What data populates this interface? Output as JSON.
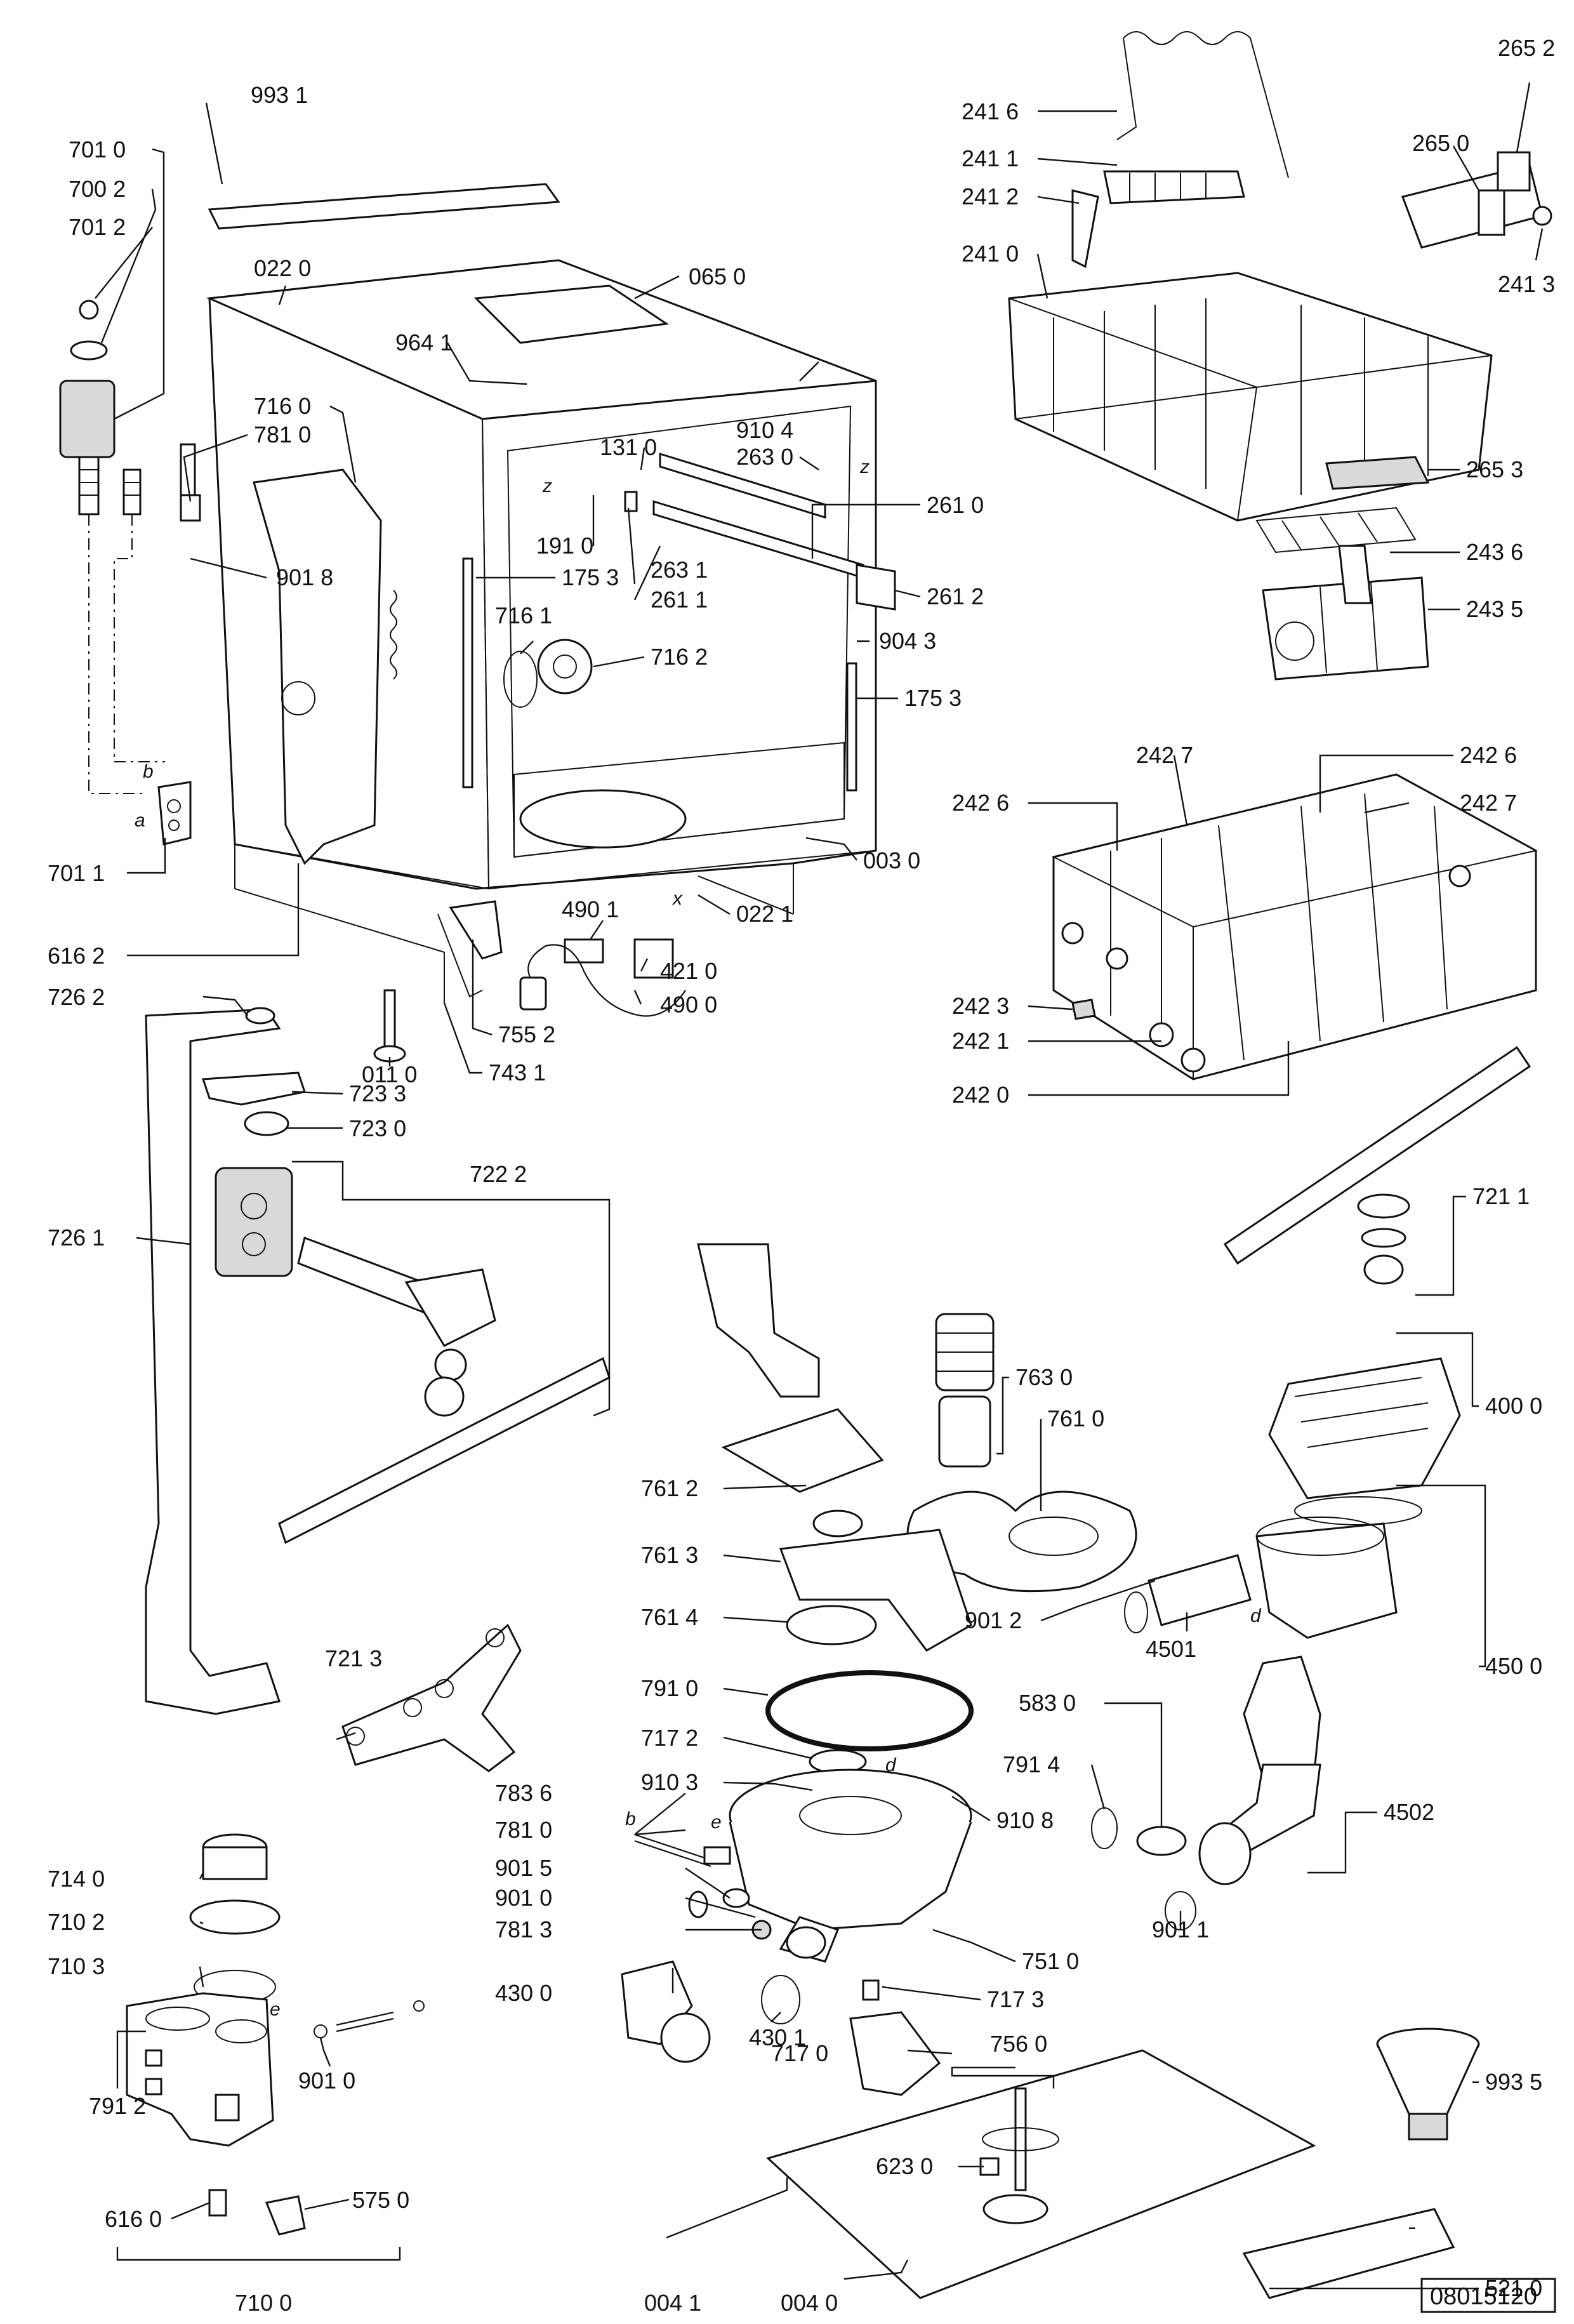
{
  "drawing_number": "08015120",
  "callouts": [
    {
      "id": "993-1",
      "text": "993 1"
    },
    {
      "id": "701-0",
      "text": "701 0"
    },
    {
      "id": "700-2",
      "text": "700 2"
    },
    {
      "id": "701-2",
      "text": "701 2"
    },
    {
      "id": "022-0",
      "text": "022 0"
    },
    {
      "id": "065-0",
      "text": "065 0"
    },
    {
      "id": "964-1",
      "text": "964 1"
    },
    {
      "id": "716-0",
      "text": "716 0"
    },
    {
      "id": "781-0a",
      "text": "781 0"
    },
    {
      "id": "131-0",
      "text": "131 0"
    },
    {
      "id": "910-4",
      "text": "910 4"
    },
    {
      "id": "263-0",
      "text": "263 0"
    },
    {
      "id": "261-0",
      "text": "261 0"
    },
    {
      "id": "191-0",
      "text": "191 0"
    },
    {
      "id": "901-8",
      "text": "901 8"
    },
    {
      "id": "175-3a",
      "text": "175 3"
    },
    {
      "id": "263-1",
      "text": "263 1"
    },
    {
      "id": "261-1",
      "text": "261 1"
    },
    {
      "id": "261-2",
      "text": "261 2"
    },
    {
      "id": "716-1",
      "text": "716 1"
    },
    {
      "id": "904-3",
      "text": "904 3"
    },
    {
      "id": "716-2",
      "text": "716 2"
    },
    {
      "id": "175-3b",
      "text": "175 3"
    },
    {
      "id": "701-1",
      "text": "701 1"
    },
    {
      "id": "003-0",
      "text": "003 0"
    },
    {
      "id": "616-2",
      "text": "616 2"
    },
    {
      "id": "022-1",
      "text": "022 1"
    },
    {
      "id": "490-1",
      "text": "490 1"
    },
    {
      "id": "421-0",
      "text": "421 0"
    },
    {
      "id": "726-2",
      "text": "726 2"
    },
    {
      "id": "490-0",
      "text": "490 0"
    },
    {
      "id": "755-2",
      "text": "755 2"
    },
    {
      "id": "011-0",
      "text": "011 0"
    },
    {
      "id": "743-1",
      "text": "743 1"
    },
    {
      "id": "723-3",
      "text": "723 3"
    },
    {
      "id": "723-0",
      "text": "723 0"
    },
    {
      "id": "722-2",
      "text": "722 2"
    },
    {
      "id": "726-1",
      "text": "726 1"
    },
    {
      "id": "721-3",
      "text": "721 3"
    },
    {
      "id": "241-6",
      "text": "241 6"
    },
    {
      "id": "241-1",
      "text": "241 1"
    },
    {
      "id": "241-2",
      "text": "241 2"
    },
    {
      "id": "241-0",
      "text": "241 0"
    },
    {
      "id": "265-2",
      "text": "265 2"
    },
    {
      "id": "265-0",
      "text": "265 0"
    },
    {
      "id": "241-3",
      "text": "241 3"
    },
    {
      "id": "265-3",
      "text": "265 3"
    },
    {
      "id": "243-6",
      "text": "243 6"
    },
    {
      "id": "243-5",
      "text": "243 5"
    },
    {
      "id": "242-7a",
      "text": "242 7"
    },
    {
      "id": "242-6a",
      "text": "242 6"
    },
    {
      "id": "242-6b",
      "text": "242 6"
    },
    {
      "id": "242-7b",
      "text": "242 7"
    },
    {
      "id": "242-3",
      "text": "242 3"
    },
    {
      "id": "242-1",
      "text": "242 1"
    },
    {
      "id": "242-0",
      "text": "242 0"
    },
    {
      "id": "721-1",
      "text": "721 1"
    },
    {
      "id": "763-0",
      "text": "763 0"
    },
    {
      "id": "761-0",
      "text": "761 0"
    },
    {
      "id": "400-0",
      "text": "400 0"
    },
    {
      "id": "761-2",
      "text": "761 2"
    },
    {
      "id": "761-3",
      "text": "761 3"
    },
    {
      "id": "761-4",
      "text": "761 4"
    },
    {
      "id": "901-2",
      "text": "901 2"
    },
    {
      "id": "4501",
      "text": "4501"
    },
    {
      "id": "450-0",
      "text": "450 0"
    },
    {
      "id": "791-0",
      "text": "791 0"
    },
    {
      "id": "583-0",
      "text": "583 0"
    },
    {
      "id": "717-2",
      "text": "717 2"
    },
    {
      "id": "791-4",
      "text": "791 4"
    },
    {
      "id": "910-3",
      "text": "910 3"
    },
    {
      "id": "783-6",
      "text": "783 6"
    },
    {
      "id": "910-8",
      "text": "910 8"
    },
    {
      "id": "4502",
      "text": "4502"
    },
    {
      "id": "781-0b",
      "text": "781 0"
    },
    {
      "id": "901-5",
      "text": "901 5"
    },
    {
      "id": "901-0a",
      "text": "901 0"
    },
    {
      "id": "781-3",
      "text": "781 3"
    },
    {
      "id": "901-1",
      "text": "901 1"
    },
    {
      "id": "751-0",
      "text": "751 0"
    },
    {
      "id": "430-0",
      "text": "430 0"
    },
    {
      "id": "717-3",
      "text": "717 3"
    },
    {
      "id": "430-1",
      "text": "430 1"
    },
    {
      "id": "717-0",
      "text": "717 0"
    },
    {
      "id": "756-0",
      "text": "756 0"
    },
    {
      "id": "714-0",
      "text": "714 0"
    },
    {
      "id": "710-2",
      "text": "710 2"
    },
    {
      "id": "710-3",
      "text": "710 3"
    },
    {
      "id": "901-0b",
      "text": "901 0"
    },
    {
      "id": "791-2",
      "text": "791 2"
    },
    {
      "id": "575-0",
      "text": "575 0"
    },
    {
      "id": "616-0",
      "text": "616 0"
    },
    {
      "id": "710-0",
      "text": "710 0"
    },
    {
      "id": "623-0",
      "text": "623 0"
    },
    {
      "id": "993-5",
      "text": "993 5"
    },
    {
      "id": "521-0",
      "text": "521 0"
    },
    {
      "id": "004-1",
      "text": "004 1"
    },
    {
      "id": "004-0",
      "text": "004 0"
    }
  ],
  "connection_letters": [
    {
      "id": "a",
      "text": "a"
    },
    {
      "id": "b1",
      "text": "b"
    },
    {
      "id": "b2",
      "text": "b"
    },
    {
      "id": "d1",
      "text": "d"
    },
    {
      "id": "d2",
      "text": "d"
    },
    {
      "id": "e1",
      "text": "e"
    },
    {
      "id": "e2",
      "text": "e"
    },
    {
      "id": "x",
      "text": "x"
    },
    {
      "id": "z1",
      "text": "z"
    },
    {
      "id": "z2",
      "text": "z"
    }
  ]
}
